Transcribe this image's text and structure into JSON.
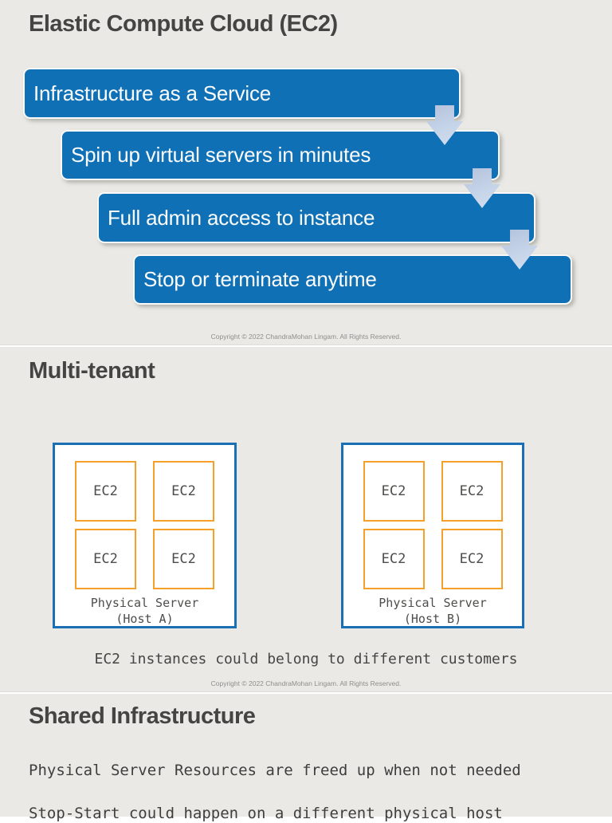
{
  "slide1": {
    "title": "Elastic Compute Cloud (EC2)",
    "steps": [
      "Infrastructure as a Service",
      "Spin up virtual servers in minutes",
      "Full admin access to instance",
      "Stop or terminate anytime"
    ],
    "copyright": "Copyright © 2022 ChandraMohan Lingam. All Rights Reserved."
  },
  "slide2": {
    "title": "Multi-tenant",
    "hosts": [
      {
        "label_line1": "Physical Server",
        "label_line2": "(Host A)",
        "instances": [
          "EC2",
          "EC2",
          "EC2",
          "EC2"
        ]
      },
      {
        "label_line1": "Physical Server",
        "label_line2": "(Host B)",
        "instances": [
          "EC2",
          "EC2",
          "EC2",
          "EC2"
        ]
      }
    ],
    "caption": "EC2 instances could belong to different customers",
    "copyright": "Copyright © 2022 ChandraMohan Lingam. All Rights Reserved."
  },
  "slide3": {
    "title": "Shared Infrastructure",
    "body_lines": [
      "Physical Server Resources are freed up when not needed",
      "Stop-Start could happen on a different physical host"
    ]
  },
  "colors": {
    "slide_background": "#EAE9E5",
    "step_blue": "#1070B5",
    "arrow_blue": "#C6D4E9",
    "host_border_blue": "#1B6FB5",
    "ec2_border_orange": "#F5A02B",
    "heading_gray": "#454442"
  }
}
